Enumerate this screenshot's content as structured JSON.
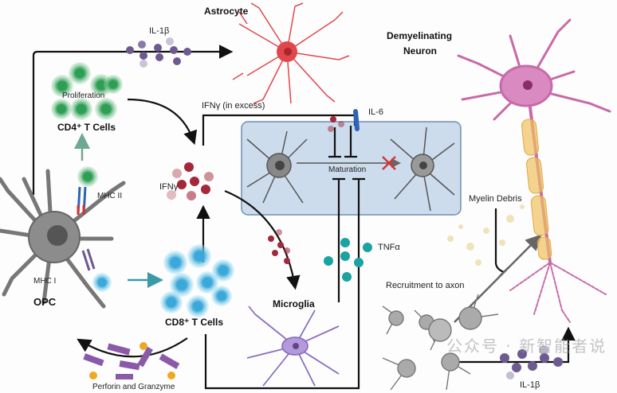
{
  "labels": {
    "astrocyte": "Astrocyte",
    "il1b_top": "IL-1β",
    "proliferation": "Proliferation",
    "cd4": "CD4⁺ T Cells",
    "ifng_excess": "IFNγ (in excess)",
    "il6": "IL-6",
    "maturation": "Maturation",
    "ifng": "IFNγ",
    "mhc2": "MHC II",
    "mhc1": "MHC I",
    "opc": "OPC",
    "cd8": "CD8⁺ T Cells",
    "tnfa": "TNFα",
    "microglia": "Microglia",
    "perforin": "Perforin and Granzyme",
    "demyelinating_1": "Demyelinating",
    "demyelinating_2": "Neuron",
    "myelin_debris": "Myelin Debris",
    "recruitment": "Recruitment to axon",
    "il1b_bottom": "IL-1β"
  },
  "watermark": "公众号 · 新智能者说",
  "colors": {
    "astrocyte": "#e0474c",
    "cd4": "#2e9e55",
    "cd8": "#3aa8d8",
    "ifng": "#a3283a",
    "il1b": "#6d5a90",
    "tnfa": "#1aa3a0",
    "il6": "#2f63b8",
    "microglia": "#8a6fc0",
    "neuron": "#c86aa8",
    "myelin": "#f0c060",
    "box": "#cddcec"
  }
}
